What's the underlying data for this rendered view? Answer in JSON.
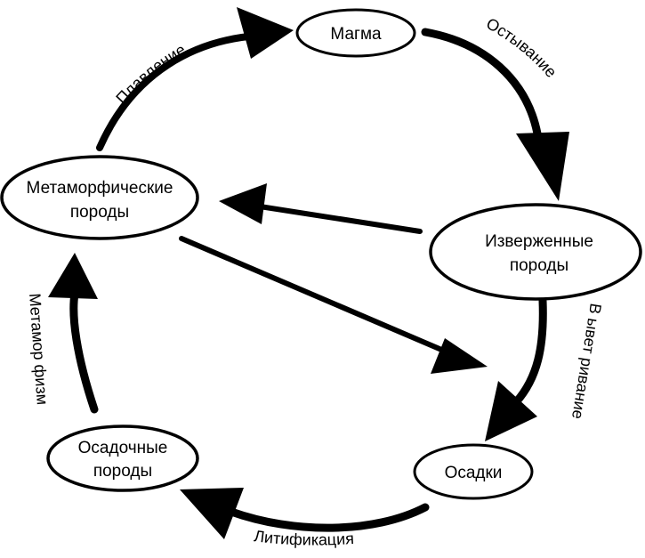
{
  "nodes": {
    "magma": {
      "label": "Магма"
    },
    "metamorphic": {
      "line1": "Метаморфические",
      "line2": "породы"
    },
    "igneous": {
      "line1": "Изверженные",
      "line2": "породы"
    },
    "sedimentary": {
      "line1": "Осадочные",
      "line2": "породы"
    },
    "sediments": {
      "label": "Осадки"
    }
  },
  "edges": {
    "melting": "Плавление",
    "cooling": "Остывание",
    "weathering": "В ывет ривание",
    "lithification": "Литификация",
    "metamorphism": "Метамор физм"
  },
  "colors": {
    "ink": "#000000",
    "paper": "#ffffff"
  }
}
